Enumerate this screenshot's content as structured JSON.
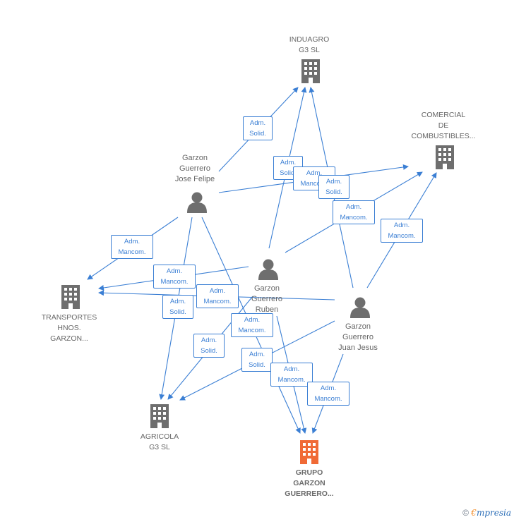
{
  "colors": {
    "edge": "#3b7fd4",
    "icon": "#6e6e6e",
    "highlight_icon": "#f06a36",
    "text": "#666666"
  },
  "companies": {
    "induagro": "INDUAGRO\nG3  SL",
    "comercial": "COMERCIAL\nDE\nCOMBUSTIBLES...",
    "transportes": "TRANSPORTES\nHNOS.\nGARZON...",
    "agricola": "AGRICOLA\nG3  SL",
    "grupo": "GRUPO\nGARZON\nGUERRERO..."
  },
  "persons": {
    "jose_felipe": "Garzon\nGuerrero\nJose Felipe",
    "ruben": "Garzon\nGuerrero\nRuben",
    "juan_jesus": "Garzon\nGuerrero\nJuan Jesus"
  },
  "roles": {
    "r1": "Adm.\nSolid.",
    "r2": "Adm.\nSolid.",
    "r3": "Adm.\nMancom.",
    "r4": "Adm.\nSolid.",
    "r5": "Adm.\nMancom.",
    "r6": "Adm.\nMancom.",
    "r7": "Adm.\nMancom.",
    "r8": "Adm.\nMancom.",
    "r9": "Adm.\nSolid.",
    "r10": "Adm.\nMancom.",
    "r11": "Adm.\nMancom.",
    "r12": "Adm.\nSolid.",
    "r13": "Adm.\nSolid.",
    "r14": "Adm.\nMancom.",
    "r15": "Adm.\nMancom."
  },
  "footer": {
    "copyright": "©",
    "brand_e": "€",
    "brand_rest": "mpresia"
  }
}
